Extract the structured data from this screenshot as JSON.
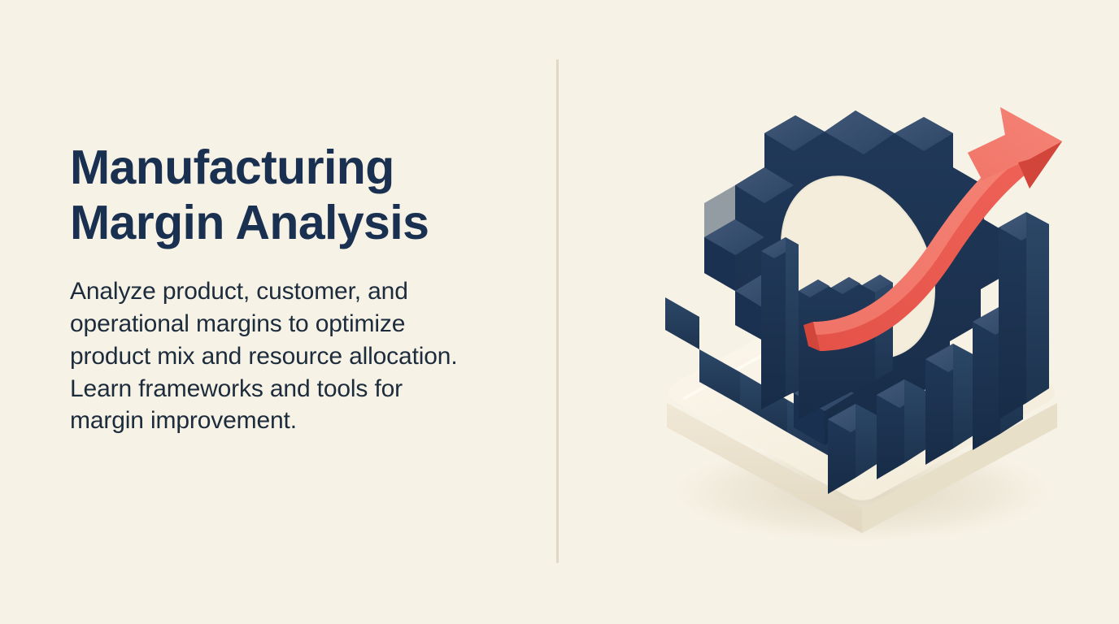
{
  "slide": {
    "background_color": "#f7f2e6",
    "title": "Manufacturing\nMargin Analysis",
    "subtitle": "Analyze product, customer, and operational margins to optimize product mix and resource allocation. Learn frameworks and tools for margin improvement.",
    "title_color": "#1a3050",
    "subtitle_color": "#1d2c3c",
    "divider_color": "#dfd8c7"
  },
  "illustration": {
    "name": "isometric-manufacturing-margin-growth",
    "description": "Isometric 3D scene: a navy gear wheel with a factory silhouette inside, a rising bar chart and an upward red arrow, all resting on a rounded cream platform",
    "colors": {
      "platform_top": "#faf5e9",
      "platform_side": "#ece3cf",
      "platform_edge": "#e3d9c2",
      "shadow": "#e9e0cc",
      "navy_front": "#1d3553",
      "navy_side": "#27405f",
      "navy_top": "#3b5572",
      "navy_dark": "#172c47",
      "accent_red": "#e8564a",
      "accent_red_light": "#f07266",
      "accent_red_dark": "#d2453b"
    },
    "parts": [
      "platform",
      "gear",
      "factory",
      "bar-chart",
      "growth-arrow"
    ],
    "bar_chart": {
      "bar_count": 5,
      "relative_heights": [
        32,
        60,
        86,
        112,
        150
      ]
    }
  }
}
